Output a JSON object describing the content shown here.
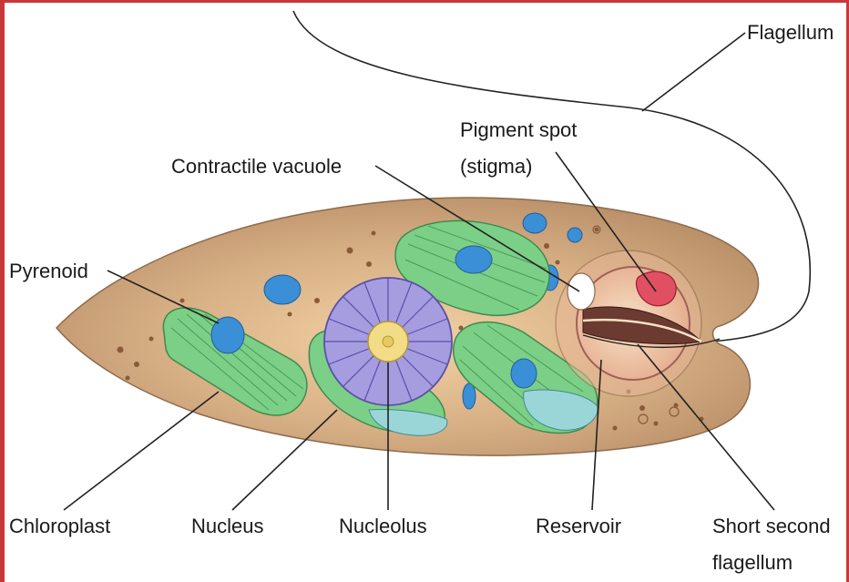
{
  "labels": {
    "flagellum": "Flagellum",
    "pigment_spot_line1": "Pigment spot",
    "pigment_spot_line2": "(stigma)",
    "contractile_vacuole": "Contractile vacuole",
    "pyrenoid": "Pyrenoid",
    "chloroplast": "Chloroplast",
    "nucleus": "Nucleus",
    "nucleolus": "Nucleolus",
    "reservoir": "Reservoir",
    "short_second_line1": "Short second",
    "short_second_line2": "flagellum"
  },
  "colors": {
    "frame": "#c8383a",
    "cell_body": "#c9a27c",
    "chloroplast": "#7ccf86",
    "pyrenoid": "#3a8fd6",
    "nucleus": "#a69ce0",
    "nucleolus": "#f2dd86",
    "stigma": "#e04f62",
    "reservoir": "#f0c8a4"
  }
}
